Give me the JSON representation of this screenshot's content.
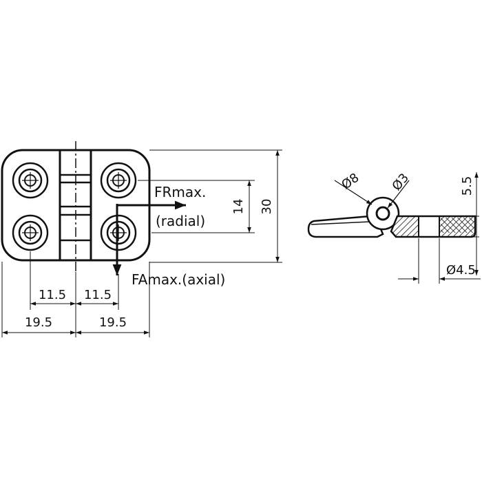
{
  "front_view": {
    "dims": {
      "left_outer_width": "19.5",
      "right_outer_width": "19.5",
      "left_hole_offset": "11.5",
      "right_hole_offset": "11.5",
      "hole_spacing": "14",
      "height": "30"
    },
    "forces": {
      "radial_name": "FRmax.",
      "radial_desc": "(radial)",
      "axial_label": "FAmax.(axial)"
    }
  },
  "side_view": {
    "dims": {
      "knuckle_diameter": "Ø8",
      "pin_diameter": "Ø3",
      "leaf_height": "5.5",
      "hole_diameter": "Ø4.5"
    }
  }
}
